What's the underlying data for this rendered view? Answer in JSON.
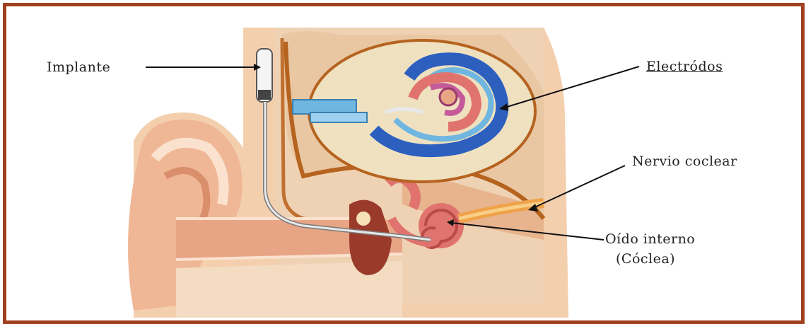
{
  "labels": {
    "implant": "Implante",
    "electrodes": "Electródos",
    "cochlear_nerve": "Nervio coclear",
    "inner_ear_line1": "Oído interno",
    "inner_ear_line2": "(Cóclea)"
  },
  "colors": {
    "frame": "#a0401e",
    "skin": "#f2c4a0",
    "skin_dark": "#d98e6c",
    "bone": "#efe1c0",
    "cochlea": "#e0736d",
    "nerve": "#f0a24a",
    "electrode": "#6fb6e0"
  }
}
